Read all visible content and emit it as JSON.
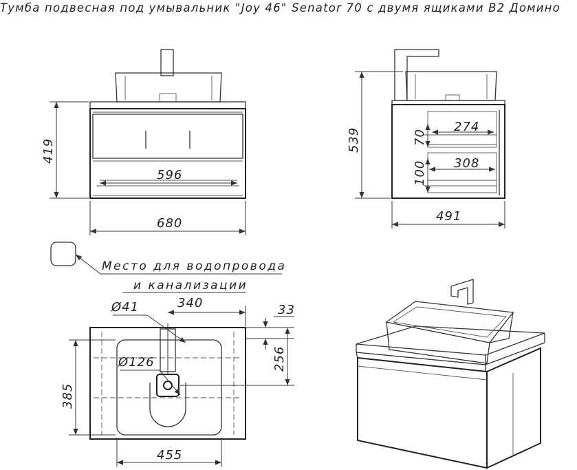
{
  "title": "Тумба подвесная под умывальник \"Joy 46\" Senator 70 с двумя ящиками В2 Домино",
  "front_view": {
    "width_label": "680",
    "height_label": "419",
    "inner_width_label": "596"
  },
  "side_view": {
    "depth_label": "491",
    "height_label": "539",
    "drawer1_depth_label": "274",
    "drawer2_depth_label": "308",
    "drawer1_height_label": "70",
    "drawer2_height_label": "100"
  },
  "legend": {
    "line1": "Место для водопровода",
    "line2": "и канализации"
  },
  "top_view": {
    "drain_diameter_label": "Ø41",
    "offset_label": "340",
    "edge_label": "33",
    "depth_label": "256",
    "bowl_diameter_label": "Ø126",
    "total_depth_label": "385",
    "width_label": "455"
  }
}
